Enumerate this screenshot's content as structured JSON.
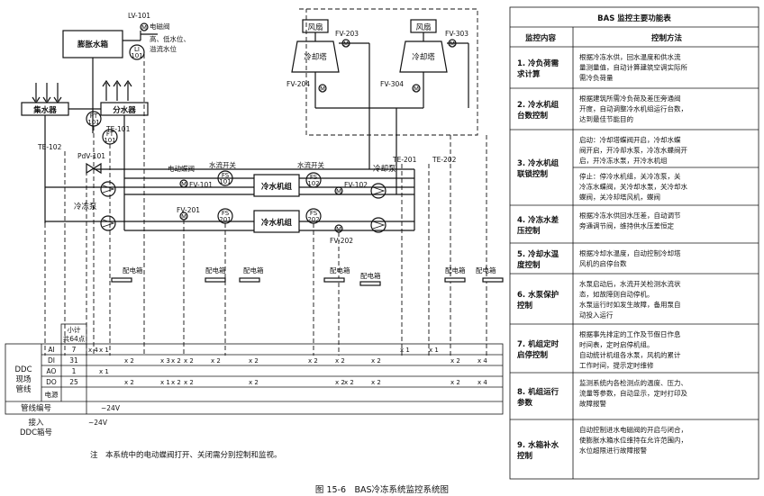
{
  "caption": "图 15-6　BAS冷冻系统监控系统图",
  "note": "注　本系统中的电动蝶阀打开、关闭需分别控制和监视。",
  "schematic": {
    "expansion_tank": "膨胀水箱",
    "lv101": "LV-101",
    "solenoid_valve": "电磁阀",
    "level_note_1": "高、低水位、",
    "level_note_2": "溢流水位",
    "li101_top": "LI",
    "li101_bottom": "101",
    "collector": "集水器",
    "distributor": "分水器",
    "pt101_top": "PT",
    "pt101_bottom": "101",
    "te101": "TE-101",
    "ft101_top": "FT",
    "ft101_bottom": "101",
    "te102": "TE-102",
    "pdv101": "PdV-101",
    "chw_pump": "冷冻泵",
    "motor_butterfly_valve": "电动蝶阀",
    "flow_switch_1": "水流开关",
    "flow_switch_2": "水流开关",
    "fv101": "FV-101",
    "fv201": "FV-201",
    "fv102": "FV-102",
    "fv202": "FV-202",
    "fs101_top": "FS",
    "fs101_bottom": "101",
    "fs201_top": "FS",
    "fs201_bottom": "201",
    "fs102_top": "FS",
    "fs102_bottom": "102",
    "fs202_top": "FS",
    "fs202_bottom": "202",
    "chiller_1": "冷水机组",
    "chiller_2": "冷水机组",
    "cw_pump": "冷却泵",
    "te201": "TE-201",
    "te202": "TE-202",
    "fan_1": "风扇",
    "fan_2": "风扇",
    "cooling_tower_1": "冷却塔",
    "cooling_tower_2": "冷却塔",
    "fv203": "FV-203",
    "fv303": "FV-303",
    "fv204": "FV-204",
    "fv304": "FV-304",
    "panel": "配电箱",
    "motor_symbol": "M"
  },
  "io_table": {
    "subtotal_1": "小计",
    "subtotal_2": "共64点",
    "ddc_1": "DDC",
    "ddc_2": "现场",
    "ddc_3": "管线",
    "ai": "AI",
    "di": "DI",
    "ao": "AO",
    "do": "DO",
    "ai_count": "7",
    "di_count": "31",
    "ao_count": "1",
    "do_count": "25",
    "power": "电源",
    "pipe_no": "管线编号",
    "ddc_no_1": "接入",
    "ddc_no_2": "DDC箱号",
    "v24_1": "~24V",
    "v24_2": "~24V",
    "x1": "x 1",
    "x2": "x 2",
    "x3": "x 3",
    "x4": "x 4"
  },
  "func_table": {
    "title": "BAS 监控主要功能表",
    "col1": "监控内容",
    "col2": "控制方法",
    "rows": [
      {
        "c1a": "1. 冷负荷需",
        "c1b": "求计算",
        "l1": "根据冷冻水供，回水温度和供水流",
        "l2": "量测量值，自动计算建筑空调实际所",
        "l3": "需冷负荷量"
      },
      {
        "c1a": "2. 冷水机组",
        "c1b": "台数控制",
        "l1": "根据建筑所需冷负荷及差压旁通阀",
        "l2": "开度，自动调整冷水机组运行台数，",
        "l3": "达到最佳节能目的"
      },
      {
        "c1a": "3. 冷水机组",
        "c1b": "联锁控制",
        "l1": "启动：冷却塔蝶阀开启，冷却水蝶",
        "l2": "阀开启，开冷却水泵，冷冻水蝶阀开",
        "l3": "启，开冷冻水泵，开冷水机组",
        "l4": "停止：停冷水机组，关冷冻泵，关",
        "l5": "冷冻水蝶阀，关冷却水泵，关冷却水",
        "l6": "蝶阀，关冷却塔风机，蝶阀"
      },
      {
        "c1a": "4. 冷冻水差",
        "c1b": "压控制",
        "l1": "根据冷冻水供回水压差，自动调节",
        "l2": "旁通调节阀，维持供水压差恒定"
      },
      {
        "c1a": "5. 冷却水温",
        "c1b": "度控制",
        "l1": "根据冷却水温度，自动控制冷却塔",
        "l2": "风机的启停台数"
      },
      {
        "c1a": "6. 水泵保护",
        "c1b": "控制",
        "l1": "水泵启动后，水流开关检测水流状",
        "l2": "态，如故障则自动停机。",
        "l3": "水泵运行时如发生故障，备用泵自",
        "l4": "动投入运行"
      },
      {
        "c1a": "7. 机组定时",
        "c1b": "启停控制",
        "l1": "根据事先排定的工作及节假日作息",
        "l2": "时间表，定时启停机组。",
        "l3": "自动统计机组各水泵，风机的累计",
        "l4": "工作时间，提示定时维修"
      },
      {
        "c1a": "8. 机组运行",
        "c1b": "参数",
        "l1": "监测系统内各检测点的温度、压力、",
        "l2": "流量等参数，自动显示，定时打印及",
        "l3": "故障报警"
      },
      {
        "c1a": "9. 水箱补水",
        "c1b": "控制",
        "l1": "自动控制进水电磁阀的开启与闭合，",
        "l2": "使膨胀水箱水位维持在允许范围内，",
        "l3": "水位超限进行故障报警"
      }
    ]
  }
}
